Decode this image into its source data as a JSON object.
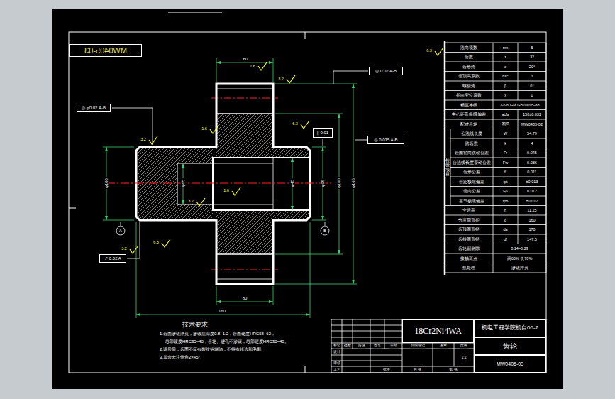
{
  "diagram": {
    "nodes": [
      {
        "text": [
          "MW0405-03"
        ]
      },
      {
        "text": [
          "◎ φ0.02 A-B"
        ]
      },
      {
        "text": [
          "◎ 0.02 A-B"
        ]
      },
      {
        "text": [
          "∥ 0.01"
        ]
      },
      {
        "text": [
          "◎ 0.015 A-B"
        ]
      },
      {
        "text": [
          "↗ 0.02 A"
        ]
      },
      {
        "text": [
          "18Cr2Ni4WA"
        ]
      },
      {
        "text": [
          "机电工程学院机自06-7"
        ]
      },
      {
        "text": [
          "齿轮"
        ]
      },
      {
        "text": [
          "MW0405-03"
        ]
      }
    ],
    "labels": [
      "技术要求",
      "1.齿面渗碳淬火，渗碳层深度0.8~1.2，齿面硬度HRC58~62，",
      "芯部硬度HRC35~40，齿轮、键孔不渗碳，芯部硬度HRC30~40。",
      "2.调质后，齿面不应有裂纹等缺陷，不得有锐边和毛刺。",
      "3.其余未注倒角2×45°。",
      "60",
      "1.6",
      "3.2",
      "3.2",
      "1.6",
      "6.3",
      "1.6",
      "3.2",
      "3.2",
      "6.3",
      "6.3",
      "φ100",
      "φ65",
      "φ45",
      "φ95",
      "φ160",
      "φ165",
      "80",
      "160",
      "A",
      "B",
      "法向模数",
      "mn",
      "5",
      "齿数",
      "z",
      "32",
      "齿形角",
      "α",
      "20°",
      "齿顶高系数",
      "ha*",
      "1",
      "螺旋角",
      "β",
      "0°",
      "径向变位系数",
      "x",
      "0",
      "精度等级",
      "7-6-6 GM GB10095-88",
      "中心距及极限偏差",
      "a±fa",
      "150±0.032",
      "配对齿轮",
      "图号",
      "MW0405-02",
      "公法线长度",
      "W",
      "54.79",
      "跨齿数",
      "k",
      "4",
      "齿圈径向跳动公差",
      "Fr",
      "0.045",
      "公法线长度变动公差",
      "Fw",
      "0.036",
      "齿形公差",
      "ff",
      "0.011",
      "齿距极限偏差",
      "fpt",
      "±0.013",
      "齿向公差",
      "Fβ",
      "0.012",
      "基节极限偏差",
      "fpb",
      "±0.012",
      "全齿高",
      "h",
      "11.25",
      "分度圆直径",
      "d",
      "160",
      "齿顶圆直径",
      "da",
      "170",
      "齿根圆直径",
      "df",
      "147.5",
      "齿轮副侧隙",
      "0.14~0.29",
      "接触斑点",
      "高60% 长70%",
      "热处理",
      "渗碳淬火",
      "检验项目",
      "标记",
      "处数",
      "分区",
      "签名",
      "日期",
      "设计",
      "审核",
      "工艺",
      "批准",
      "阶段标记",
      "重量",
      "比例",
      "1:2",
      "共 张",
      "第 张"
    ]
  }
}
